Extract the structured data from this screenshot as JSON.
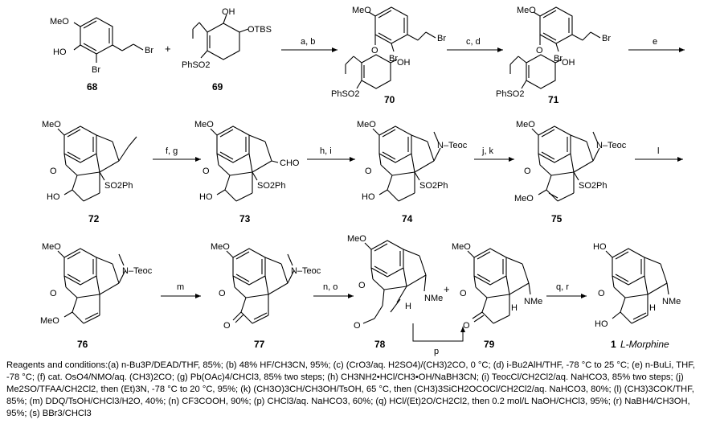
{
  "compounds": [
    {
      "id": "c68",
      "number": "68",
      "labels": [
        "MeO",
        "HO",
        "Br",
        "Br"
      ]
    },
    {
      "id": "c69",
      "number": "69",
      "labels": [
        "OH",
        "OTBS",
        "PhSO2"
      ]
    },
    {
      "id": "c70",
      "number": "70",
      "labels": [
        "MeO",
        "O",
        "Br",
        "Br",
        "OH",
        "PhSO2"
      ]
    },
    {
      "id": "c71",
      "number": "71",
      "labels": [
        "MeO",
        "O",
        "Br",
        "Br",
        "OH",
        "PhSO2"
      ]
    },
    {
      "id": "c72",
      "number": "72",
      "labels": [
        "MeO",
        "O",
        "HO",
        "SO2Ph"
      ]
    },
    {
      "id": "c73",
      "number": "73",
      "labels": [
        "MeO",
        "O",
        "CHO",
        "HO",
        "SO2Ph"
      ]
    },
    {
      "id": "c74",
      "number": "74",
      "labels": [
        "MeO",
        "N–Teoc",
        "O",
        "HO",
        "SO2Ph"
      ]
    },
    {
      "id": "c75",
      "number": "75",
      "labels": [
        "MeO",
        "N–Teoc",
        "O",
        "MeO",
        "SO2Ph"
      ]
    },
    {
      "id": "c76",
      "number": "76",
      "labels": [
        "MeO",
        "N–Teoc",
        "O",
        "MeO"
      ]
    },
    {
      "id": "c77",
      "number": "77",
      "labels": [
        "MeO",
        "N–Teoc",
        "O",
        "O"
      ]
    },
    {
      "id": "c78",
      "number": "78",
      "labels": [
        "MeO",
        "O",
        "NMe",
        "H",
        "O"
      ]
    },
    {
      "id": "c79",
      "number": "79",
      "labels": [
        "MeO",
        "O",
        "NMe",
        "H",
        "O"
      ]
    },
    {
      "id": "c1",
      "number": "1",
      "name": "L-Morphine",
      "labels": [
        "HO",
        "O",
        "NMe",
        "H",
        "HO"
      ]
    }
  ],
  "plus_signs": [
    "+",
    "+"
  ],
  "arrows": [
    {
      "id": "a-ab",
      "label": "a, b"
    },
    {
      "id": "a-cd",
      "label": "c, d"
    },
    {
      "id": "a-e",
      "label": "e"
    },
    {
      "id": "a-fg",
      "label": "f, g"
    },
    {
      "id": "a-hi",
      "label": "h, i"
    },
    {
      "id": "a-jk",
      "label": "j, k"
    },
    {
      "id": "a-l",
      "label": "l"
    },
    {
      "id": "a-m",
      "label": "m"
    },
    {
      "id": "a-no",
      "label": "n, o"
    },
    {
      "id": "a-p",
      "label": "p"
    },
    {
      "id": "a-qr",
      "label": "q, r"
    }
  ],
  "conditions_text": "Reagents and conditions:(a) n-Bu3P/DEAD/THF, 85%; (b) 48% HF/CH3CN, 95%; (c) (CrO3/aq. H2SO4)/(CH3)2CO, 0 °C; (d) i-Bu2AlH/THF, -78 °C to 25 °C; (e) n-BuLi, THF, -78 °C; (f) cat. OsO4/NMO/aq. (CH3)2CO; (g) Pb(OAc)4/CHCl3, 85% two steps; (h) CH3NH2•HCl/CH3•OH/NaBH3CN; (i) TeocCl/CH2Cl2/aq. NaHCO3, 85% two steps; (j) Me2SO/TFAA/CH2Cl2, then (Et)3N, -78 °C to 20 °C, 95%; (k) (CH3O)3CH/CH3OH/TsOH, 65 °C, then (CH3)3SiCH2OCOCl/CH2Cl2/aq. NaHCO3, 80%; (l) (CH3)3COK/THF, 85%; (m) DDQ/TsOH/CHCl3/H2O, 40%; (n) CF3COOH, 90%; (p) CHCl3/aq. NaHCO3, 60%; (q) HCl/(Et)2O/CH2Cl2, then 0.2 mol/L NaOH/CHCl3, 95%; (r) NaBH4/CH3OH, 95%; (s) BBr3/CHCl3"
}
